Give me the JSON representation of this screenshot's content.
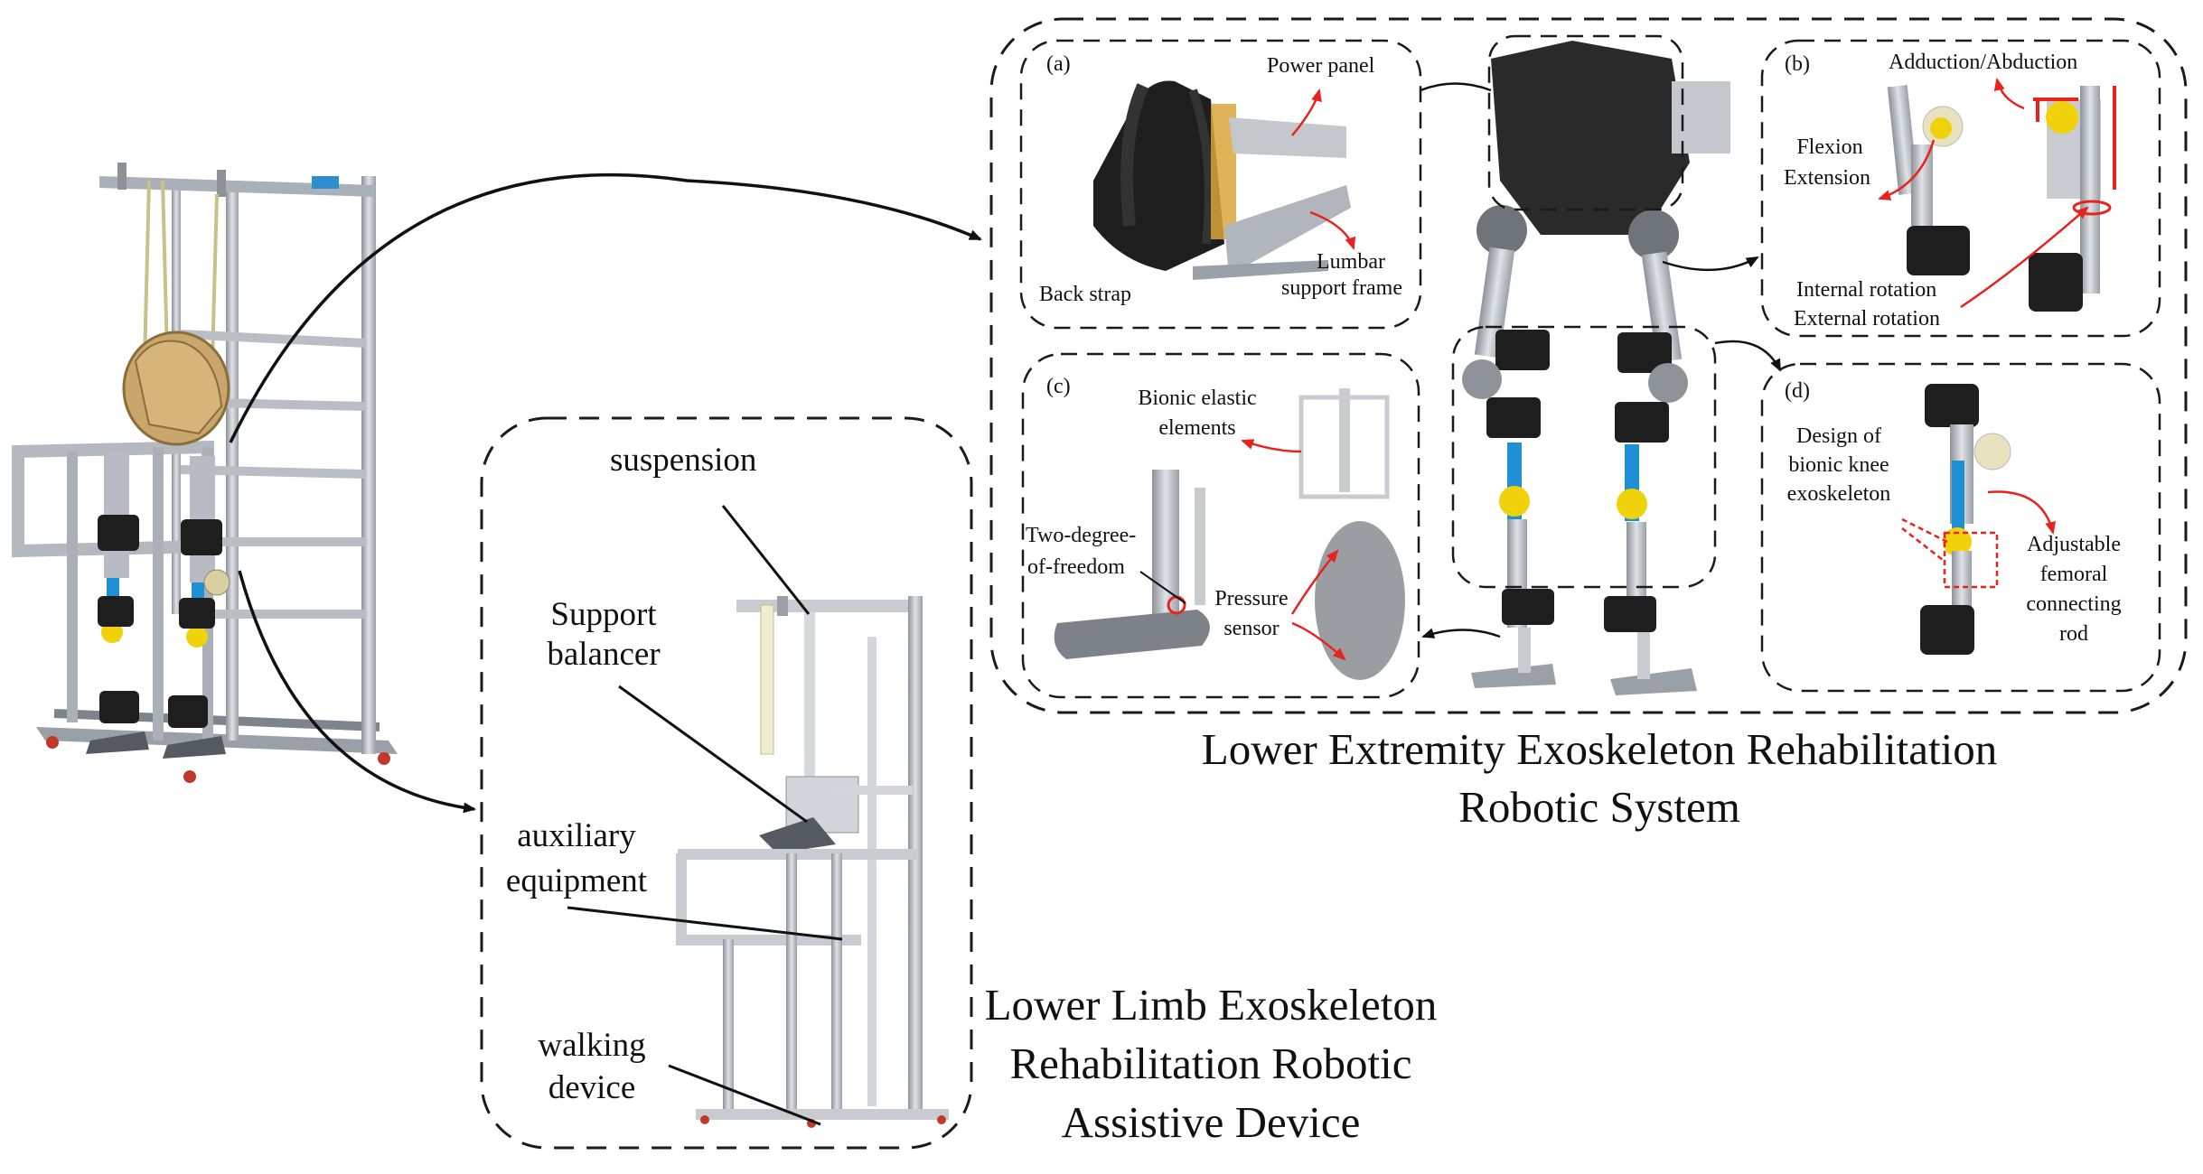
{
  "titles": {
    "system_line1": "Lower Extremity Exoskeleton Rehabilitation",
    "system_line2": "Robotic System",
    "device_line1": "Lower Limb Exoskeleton",
    "device_line2": "Rehabilitation Robotic",
    "device_line3": "Assistive Device"
  },
  "device": {
    "suspension": "suspension",
    "support_line1": "Support",
    "support_line2": "balancer",
    "aux_line1": "auxiliary",
    "aux_line2": "equipment",
    "walk_line1": "walking",
    "walk_line2": "device"
  },
  "panels": {
    "a": {
      "tag": "(a)",
      "power_panel": "Power panel",
      "back_strap": "Back strap",
      "lumbar_line1": "Lumbar",
      "lumbar_line2": "support frame"
    },
    "b": {
      "tag": "(b)",
      "adduction": "Adduction/Abduction",
      "flexion": "Flexion",
      "extension": "Extension",
      "internal": "Internal rotation",
      "external": "External rotation"
    },
    "c": {
      "tag": "(c)",
      "bionic_line1": "Bionic elastic",
      "bionic_line2": "elements",
      "two_line1": "Two-degree-",
      "two_line2": "of-freedom",
      "pressure_line1": "Pressure",
      "pressure_line2": "sensor"
    },
    "d": {
      "tag": "(d)",
      "design_line1": "Design of",
      "design_line2": "bionic knee",
      "design_line3": "exoskeleton",
      "adj_line1": "Adjustable",
      "adj_line2": "femoral",
      "adj_line3": "connecting",
      "adj_line4": "rod"
    }
  },
  "colors": {
    "frame_metal": "#b8bcc2",
    "strap_black": "#1e1e1e",
    "harness_tan": "#c9a66b",
    "joint_yellow": "#f0d20a",
    "link_blue": "#1f8fd6",
    "annotation_red": "#e8231e",
    "dash_border": "#1a1a1a"
  }
}
